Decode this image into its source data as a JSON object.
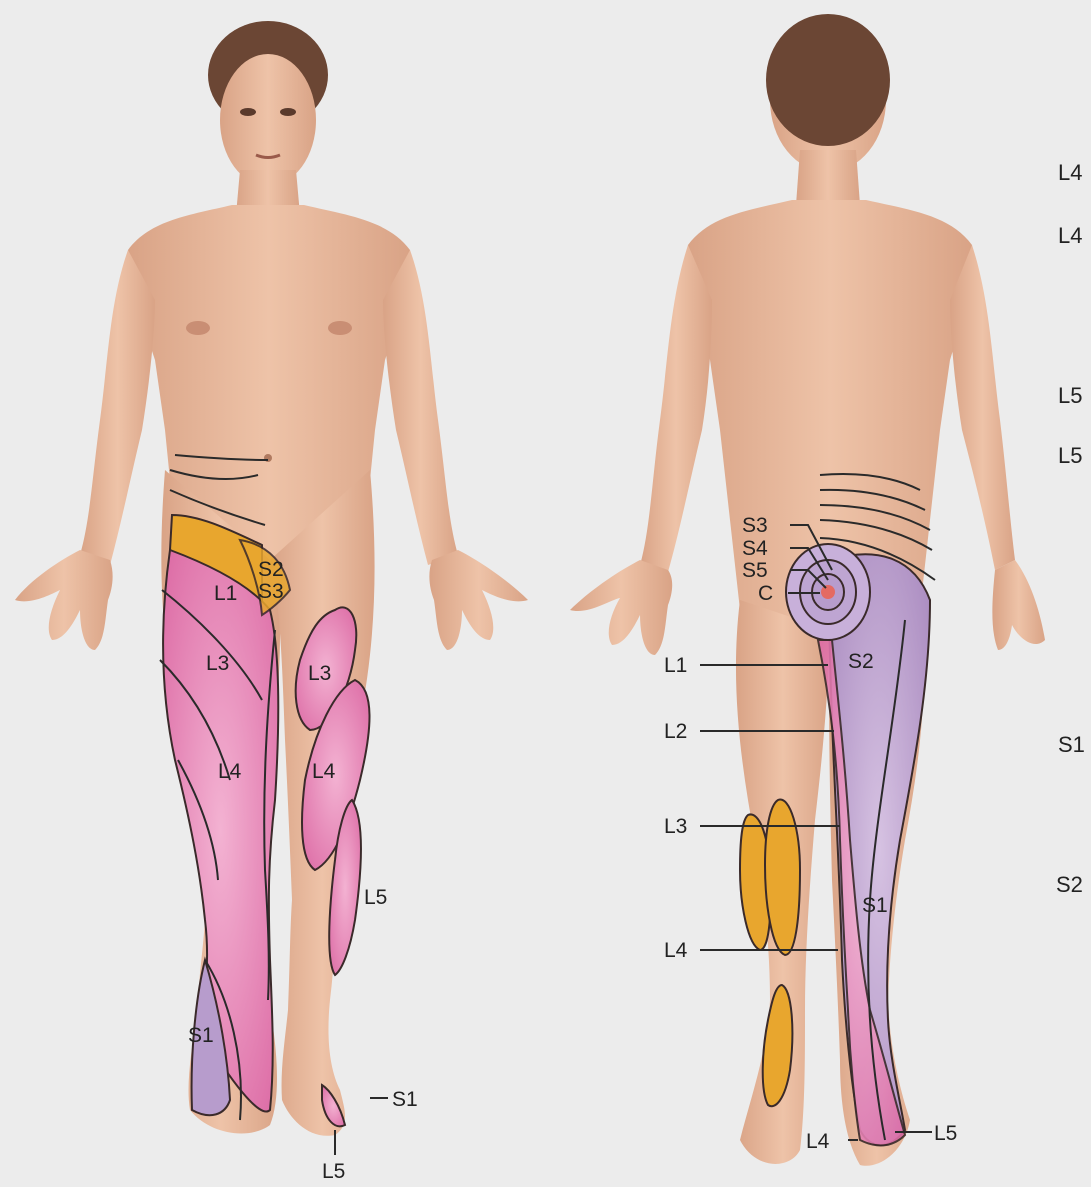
{
  "colors": {
    "background": "#ececec",
    "skin": "#e8b89c",
    "skin_shadow": "#d9a386",
    "hair": "#6b4634",
    "lumbar_pink": "#e27aac",
    "lumbar_pink_light": "#f0a2c8",
    "l1_orange": "#e8a62e",
    "sacral_purple": "#b79ccc",
    "sacral_purple_light": "#cdb6dc",
    "coccygeal": "#e46a62",
    "outline": "#2a2a2a"
  },
  "anterior": {
    "labels": {
      "s2": "S2",
      "s3": "S3",
      "l1": "L1",
      "l3_right_leg": "L3",
      "l3_left_leg": "L3",
      "l4_right_leg": "L4",
      "l4_left_leg": "L4",
      "l5_left_leg": "L5",
      "s1_right_ankle": "S1",
      "s1_left_foot": "S1",
      "l5_left_foot": "L5"
    }
  },
  "posterior": {
    "labels": {
      "s3": "S3",
      "s4": "S4",
      "s5": "S5",
      "c": "C",
      "s2": "S2",
      "l1": "L1",
      "l2": "L2",
      "l3": "L3",
      "s1": "S1",
      "l4_leader": "L4",
      "l4_heel": "L4",
      "l5_heel": "L5"
    }
  },
  "lateral": {
    "labels": {
      "l4_a": "L4",
      "l4_b": "L4",
      "l5_a": "L5",
      "l5_b": "L5",
      "s1": "S1",
      "s2": "S2"
    }
  }
}
